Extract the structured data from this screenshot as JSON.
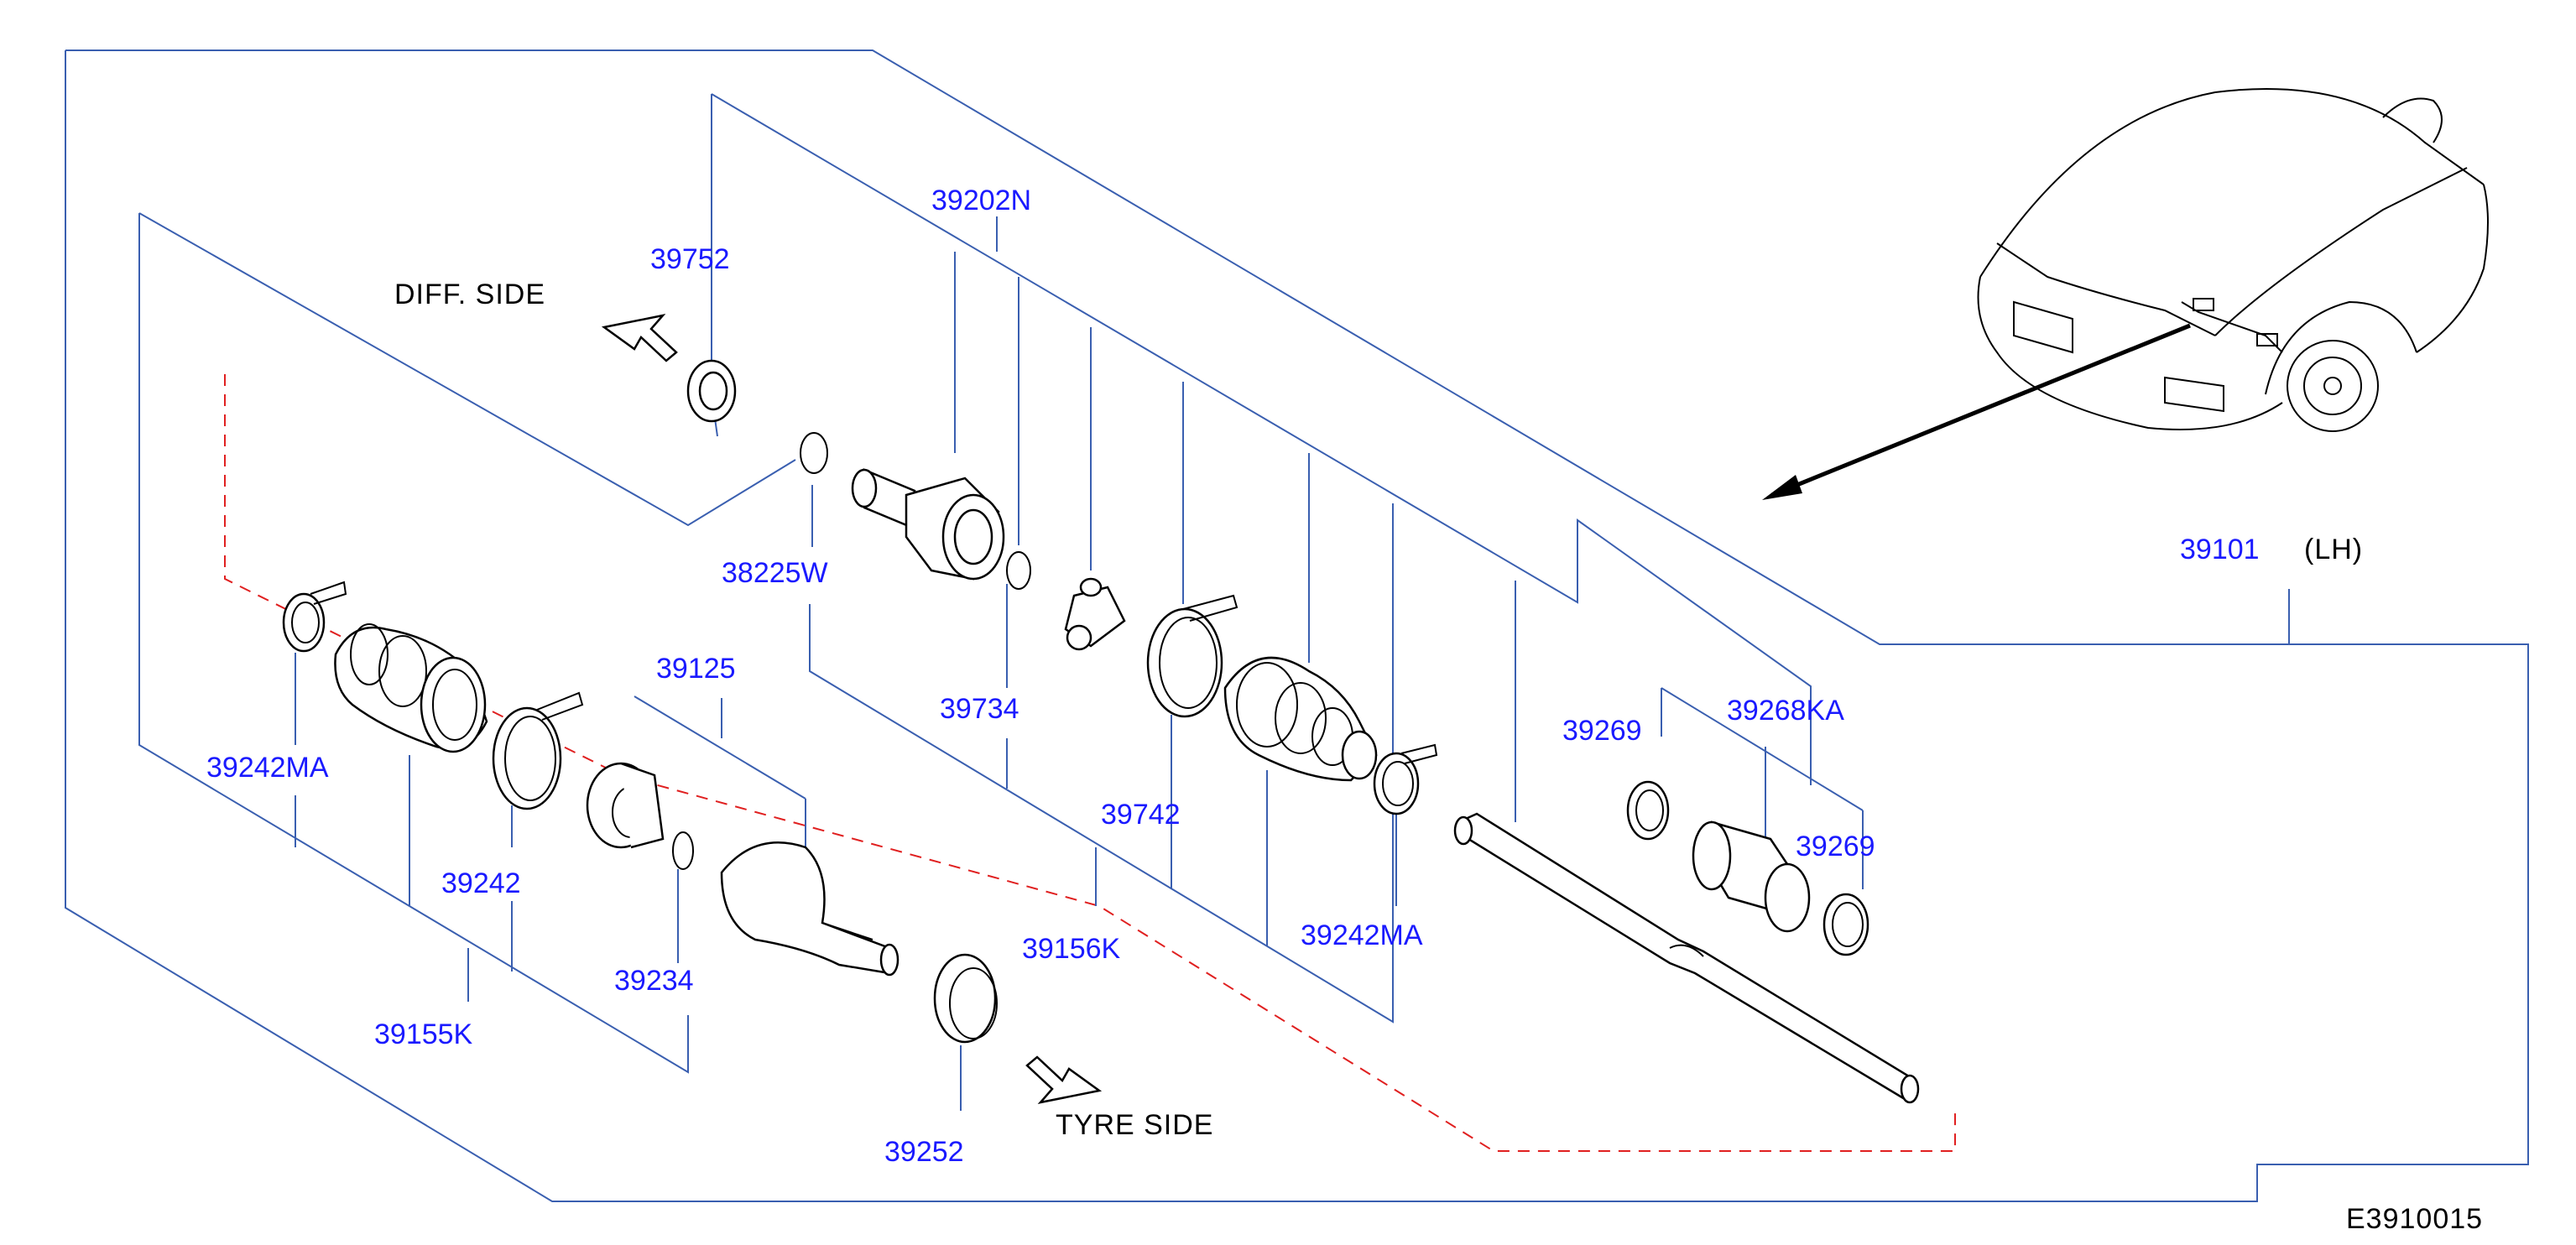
{
  "labels": {
    "p39752": "39752",
    "p39202N": "39202N",
    "p38225W": "38225W",
    "p39734": "39734",
    "p39742": "39742",
    "p39156K": "39156K",
    "p39242MA_right": "39242MA",
    "p39125": "39125",
    "p39242MA_left": "39242MA",
    "p39242": "39242",
    "p39234": "39234",
    "p39155K": "39155K",
    "p39252": "39252",
    "p39269_top": "39269",
    "p39268KA": "39268KA",
    "p39269_bottom": "39269",
    "p39101": "39101",
    "lh": "(LH)",
    "diff_side": "DIFF.  SIDE",
    "tyre_side": "TYRE  SIDE",
    "diagram_code": "E3910015"
  },
  "colors": {
    "part_number": "#1a1aff",
    "frame_line": "#3a5fb0",
    "dashed_boundary": "#e02020",
    "drawing": "#000000"
  },
  "icons": [
    "arrow-diff-side-icon",
    "arrow-tyre-side-icon",
    "car-icon"
  ]
}
